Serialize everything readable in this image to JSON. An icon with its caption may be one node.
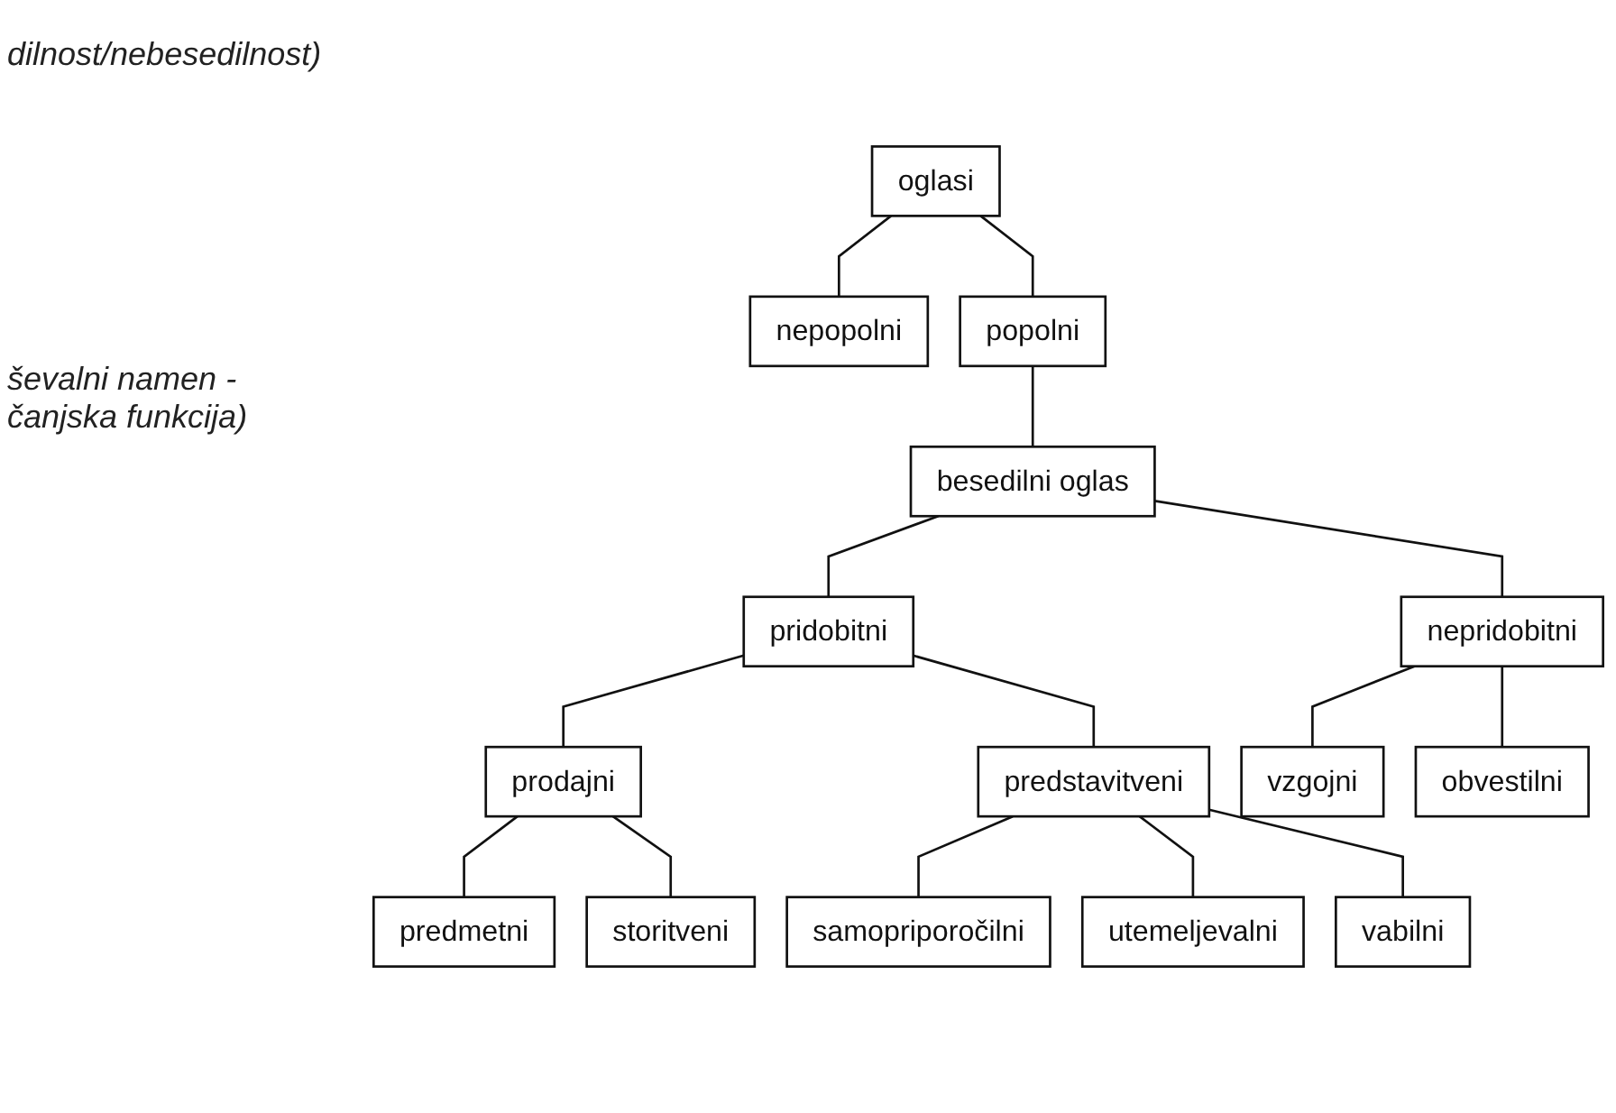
{
  "diagram": {
    "nodes": [
      {
        "text": [
          "oglasi"
        ]
      },
      {
        "text": [
          "nepopolni"
        ]
      },
      {
        "text": [
          "popolni"
        ]
      },
      {
        "text": [
          "besedilni oglas"
        ]
      },
      {
        "text": [
          "pridobitni"
        ]
      },
      {
        "text": [
          "nepridobitni"
        ]
      },
      {
        "text": [
          "prodajni"
        ]
      },
      {
        "text": [
          "predstavitveni"
        ]
      },
      {
        "text": [
          "vzgojni"
        ]
      },
      {
        "text": [
          "obvestilni"
        ]
      },
      {
        "text": [
          "predmetni"
        ]
      },
      {
        "text": [
          "storitveni"
        ]
      },
      {
        "text": [
          "samopriporočilni"
        ]
      },
      {
        "text": [
          "utemeljevalni"
        ]
      },
      {
        "text": [
          "vabilni"
        ]
      }
    ],
    "edges": [
      {
        "from": 0,
        "to": 1,
        "arrow": "none"
      },
      {
        "from": 0,
        "to": 2,
        "arrow": "none"
      },
      {
        "from": 2,
        "to": 3,
        "arrow": "none"
      },
      {
        "from": 3,
        "to": 4,
        "arrow": "none"
      },
      {
        "from": 3,
        "to": 5,
        "arrow": "none"
      },
      {
        "from": 4,
        "to": 6,
        "arrow": "none"
      },
      {
        "from": 4,
        "to": 7,
        "arrow": "none"
      },
      {
        "from": 5,
        "to": 8,
        "arrow": "none"
      },
      {
        "from": 5,
        "to": 9,
        "arrow": "none"
      },
      {
        "from": 6,
        "to": 10,
        "arrow": "none"
      },
      {
        "from": 6,
        "to": 11,
        "arrow": "none"
      },
      {
        "from": 7,
        "to": 12,
        "arrow": "none"
      },
      {
        "from": 7,
        "to": 13,
        "arrow": "none"
      },
      {
        "from": 7,
        "to": 14,
        "arrow": "none"
      }
    ],
    "labels": [
      "dilnost/nebesedilnost)",
      "ševalni namen - čanjska funkcija)"
    ]
  }
}
